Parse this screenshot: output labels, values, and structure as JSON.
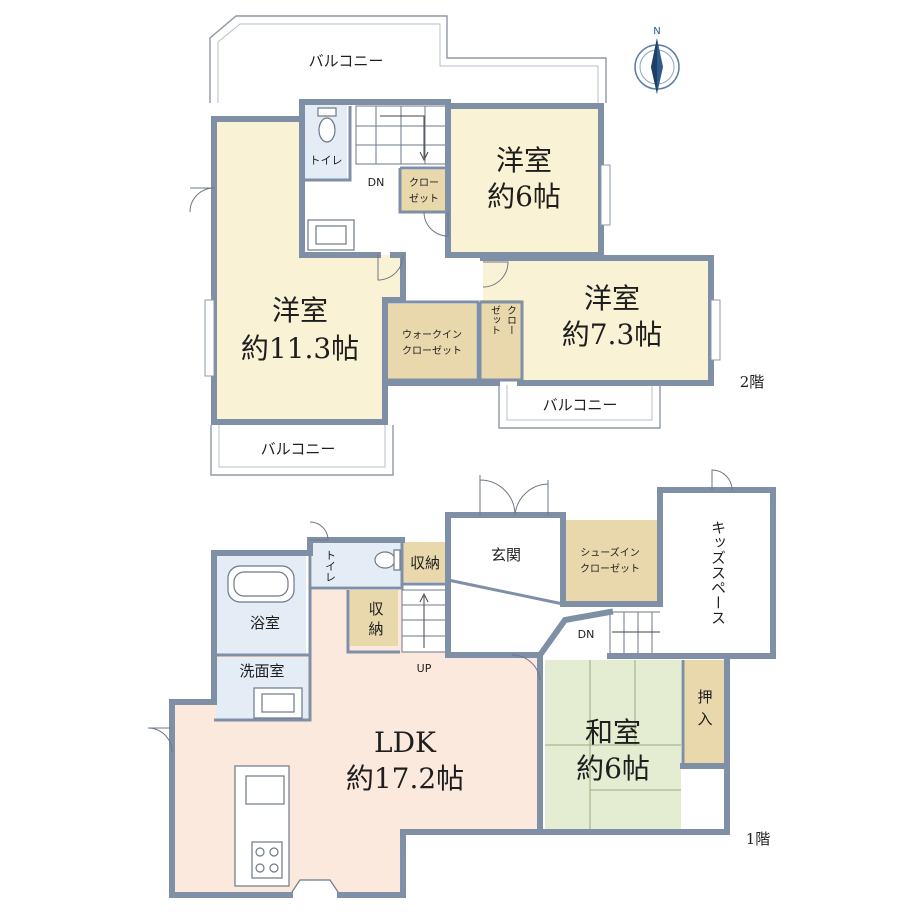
{
  "floor2": {
    "floor_label": "2階",
    "balcony_top": "バルコニー",
    "balcony_left": "バルコニー",
    "balcony_right": "バルコニー",
    "toilet": "トイレ",
    "dn": "DN",
    "closet_small": [
      "クロー",
      "ゼット"
    ],
    "room_6": [
      "洋室",
      "約6帖"
    ],
    "room_11": [
      "洋室",
      "約11.3帖"
    ],
    "room_73": [
      "洋室",
      "約7.3帖"
    ],
    "walkin": [
      "ウォークイン",
      "クローゼット"
    ],
    "closet_vertical": [
      "クロー",
      "ゼット"
    ]
  },
  "floor1": {
    "floor_label": "1階",
    "toilet": "トイレ",
    "storage_top": "収納",
    "storage_stair": [
      "収",
      "納"
    ],
    "entrance": "玄関",
    "shoes_closet": [
      "シューズイン",
      "クローゼット"
    ],
    "kids_space": "キッズスペース",
    "bath": "浴室",
    "washroom": "洗面室",
    "dn": "DN",
    "up": "UP",
    "ldk": [
      "LDK",
      "約17.2帖"
    ],
    "japanese_room": [
      "和室",
      "約6帖"
    ],
    "oshiire": [
      "押",
      "入"
    ]
  },
  "compass_letter": "N",
  "colors": {
    "yellow_room": "#faf2d4",
    "closet": "#e8d8ac",
    "ldk": "#fbe9de",
    "washroom": "#e4ecf6",
    "tatami": "#e4ecd2",
    "wall": "#7f8fa6"
  }
}
